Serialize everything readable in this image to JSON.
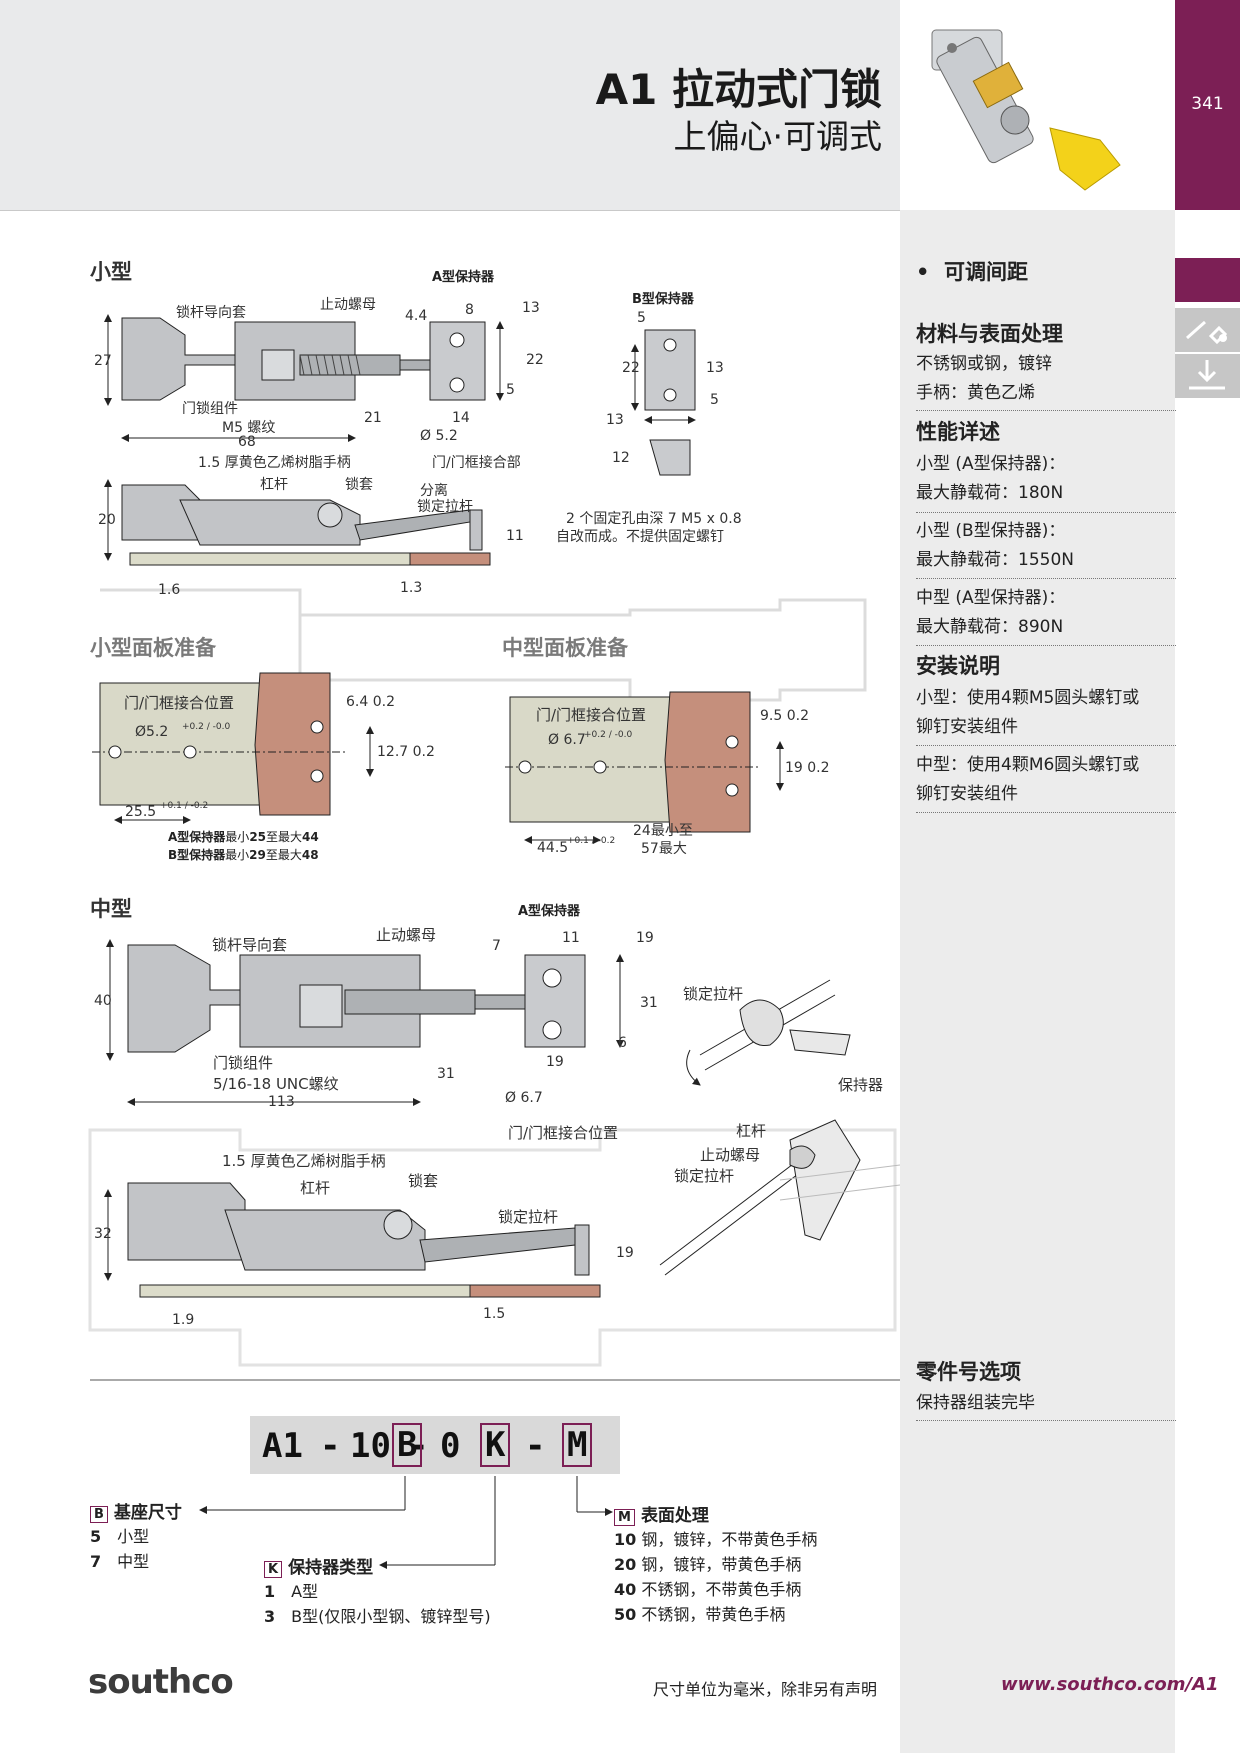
{
  "header": {
    "title": "A1 拉动式门锁",
    "subtitle": "上偏心·可调式",
    "page_number": "341"
  },
  "sidebar": {
    "bullet": "可调间距",
    "materials": {
      "heading": "材料与表面处理",
      "lines": [
        "不锈钢或钢，镀锌",
        "手柄：黄色乙烯"
      ]
    },
    "performance": {
      "heading": "性能详述",
      "items": [
        {
          "line1": "小型 (A型保持器)：",
          "line2": "最大静载荷：180N"
        },
        {
          "line1": "小型 (B型保持器)：",
          "line2": "最大静载荷：1550N"
        },
        {
          "line1": "中型 (A型保持器)：",
          "line2": "最大静载荷：890N"
        }
      ]
    },
    "installation": {
      "heading": "安装说明",
      "items": [
        {
          "line1": "小型：使用4颗M5圆头螺钉或",
          "line2": "铆钉安装组件"
        },
        {
          "line1": "中型：使用4颗M6圆头螺钉或",
          "line2": "铆钉安装组件"
        }
      ]
    },
    "part_options": {
      "heading": "零件号选项",
      "line": "保持器组装完毕"
    }
  },
  "small": {
    "section": "小型",
    "retainer_a": "A型保持器",
    "retainer_b": "B型保持器",
    "labels": {
      "guide": "锁杆导向套",
      "nut": "止动螺母",
      "assembly": "门锁组件",
      "thread": "M5 螺纹",
      "handle": "1.5 厚黄色乙烯树脂手柄",
      "lever": "杠杆",
      "housing": "锁套",
      "separate": "分离",
      "pull_rod": "锁定拉杆",
      "junction": "门/门框接合部",
      "hole": "Ø 5.2",
      "note1": "2 个固定孔由深 7 M5 x 0.8",
      "note2": "自改而成。不提供固定螺钉"
    },
    "dims": {
      "d27": "27",
      "d68": "68",
      "d20": "20",
      "d1_6": "1.6",
      "d1_3": "1.3",
      "d11": "11",
      "d21": "21",
      "d14": "14",
      "d4_4": "4.4",
      "d8": "8",
      "d13": "13",
      "d22": "22",
      "d5": "5",
      "b5": "5",
      "b22": "22",
      "b13": "13",
      "b5b": "5",
      "b13b": "13",
      "b12": "12"
    }
  },
  "panel_small": {
    "section": "小型面板准备",
    "junction": "门/门框接合位置",
    "hole": "Ø5.2",
    "tol_hole": "+0.2 / -0.0",
    "d6_4": "6.4  0.2",
    "d12_7": "12.7  0.2",
    "d25_5": "25.5",
    "tol_25": "+0.1 / -0.2",
    "ret_a_a": "A型保持器",
    "ret_a_b": "最小",
    "ret_a_c": "25",
    "ret_a_d": "至最大",
    "ret_a_e": "44",
    "ret_b_a": "B型保持器",
    "ret_b_b": "最小",
    "ret_b_c": "29",
    "ret_b_d": "至最大",
    "ret_b_e": "48"
  },
  "panel_medium": {
    "section": "中型面板准备",
    "junction": "门/门框接合位置",
    "hole": "Ø 6.7",
    "tol_hole": "+0.2 / -0.0",
    "d9_5": "9.5  0.2",
    "d19": "19  0.2",
    "d44_5": "44.5",
    "tol_44": "+0.1 / -0.2",
    "range1": "24最小至",
    "range2": "57最大"
  },
  "medium": {
    "section": "中型",
    "retainer_a": "A型保持器",
    "labels": {
      "guide": "锁杆导向套",
      "nut": "止动螺母",
      "assembly": "门锁组件",
      "thread": "5/16-18 UNC螺纹",
      "handle": "1.5 厚黄色乙烯树脂手柄",
      "lever": "杠杆",
      "housing": "锁套",
      "pull_rod": "锁定拉杆",
      "junction": "门/门框接合位置",
      "hole": "Ø 6.7",
      "iso_pull_rod": "锁定拉杆",
      "iso_retainer": "保持器",
      "iso_lever": "杠杆",
      "iso_nut": "止动螺母",
      "iso_rod": "锁定拉杆"
    },
    "dims": {
      "d40": "40",
      "d113": "113",
      "d31a": "31",
      "d7": "7",
      "d11": "11",
      "d19": "19",
      "d31": "31",
      "d6": "6",
      "d19b": "19",
      "d32": "32",
      "d1_9": "1.9",
      "d1_5": "1.5",
      "d19c": "19"
    }
  },
  "part_number": {
    "parts": [
      {
        "text": "A1",
        "boxed": false
      },
      {
        "text": "-",
        "boxed": false
      },
      {
        "text": "10",
        "boxed": false
      },
      {
        "text": "-",
        "boxed": false
      },
      {
        "text": "B",
        "boxed": true
      },
      {
        "text": "0",
        "boxed": false
      },
      {
        "text": "K",
        "boxed": true
      },
      {
        "text": "-",
        "boxed": false
      },
      {
        "text": "M",
        "boxed": true
      }
    ],
    "base": {
      "key": "B",
      "heading": "基座尺寸",
      "options": [
        {
          "code": "5",
          "text": "小型"
        },
        {
          "code": "7",
          "text": "中型"
        }
      ]
    },
    "retainer": {
      "key": "K",
      "heading": "保持器类型",
      "options": [
        {
          "code": "1",
          "text": "A型"
        },
        {
          "code": "3",
          "text": "B型(仅限小型钢、镀锌型号)"
        }
      ]
    },
    "finish": {
      "key": "M",
      "heading": "表面处理",
      "options": [
        {
          "code": "10",
          "text": "钢，镀锌，不带黄色手柄"
        },
        {
          "code": "20",
          "text": "钢，镀锌，带黄色手柄"
        },
        {
          "code": "40",
          "text": "不锈钢，不带黄色手柄"
        },
        {
          "code": "50",
          "text": "不锈钢，带黄色手柄"
        }
      ]
    }
  },
  "footer": {
    "logo": "southco",
    "note": "尺寸单位为毫米，除非另有声明",
    "url": "www.southco.com/A1"
  },
  "colors": {
    "accent": "#7c1f55",
    "panel": "#d9d9c8",
    "frame": "#c58f7c",
    "metal": "#b9bbbe"
  }
}
